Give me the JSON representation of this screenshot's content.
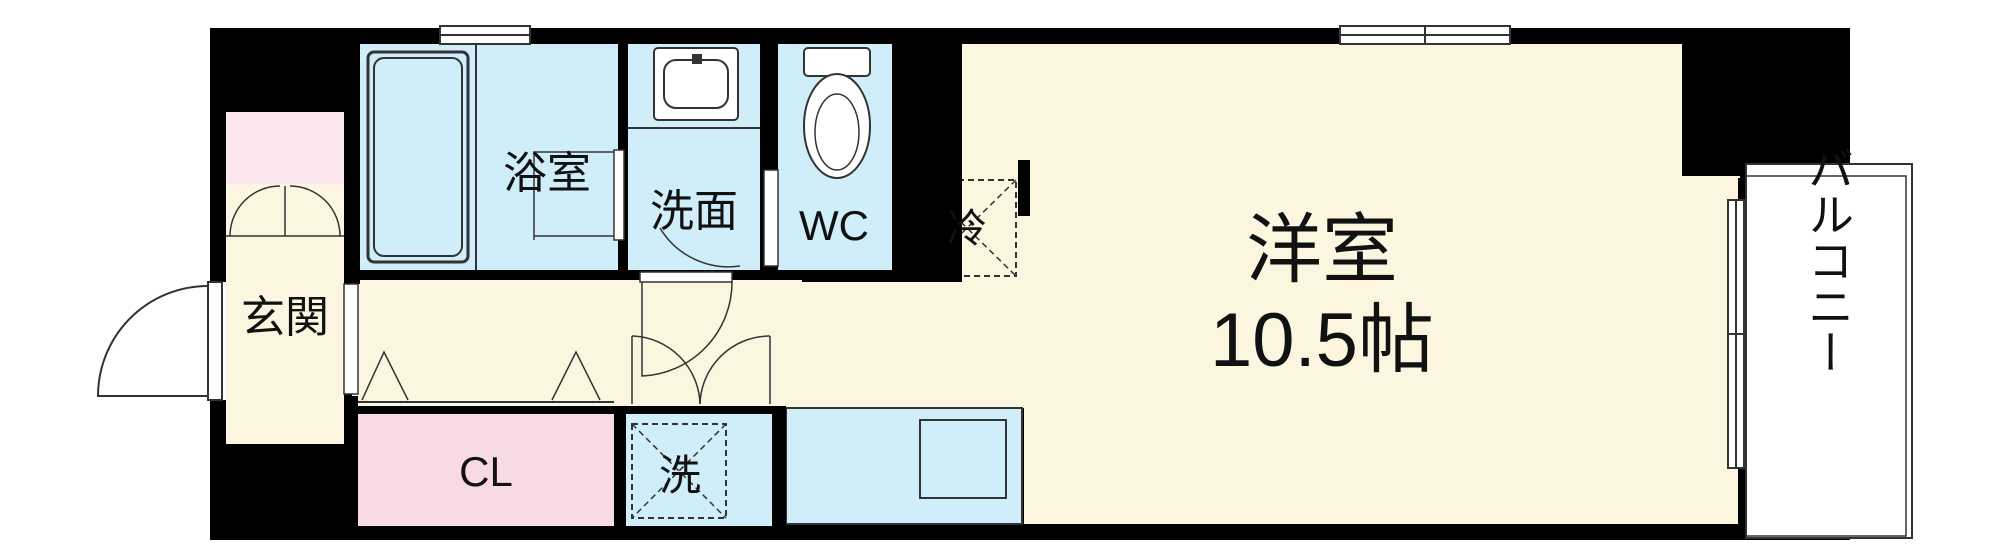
{
  "floorplan": {
    "rooms": {
      "bath": "浴室",
      "washroom": "洗面",
      "toilet": "WC",
      "fridge": "冷",
      "western_room": "洋室",
      "western_room_size": "10.5帖",
      "balcony": "バルコニー",
      "entrance": "玄関",
      "closet": "CL",
      "washer": "洗"
    },
    "colors": {
      "wall": "#000000",
      "water_area": "#cfeefa",
      "floor": "#fcf6e1",
      "closet": "#f8d9e6",
      "entrance_shoe": "#fbe6ee",
      "outline": "#333333"
    }
  }
}
